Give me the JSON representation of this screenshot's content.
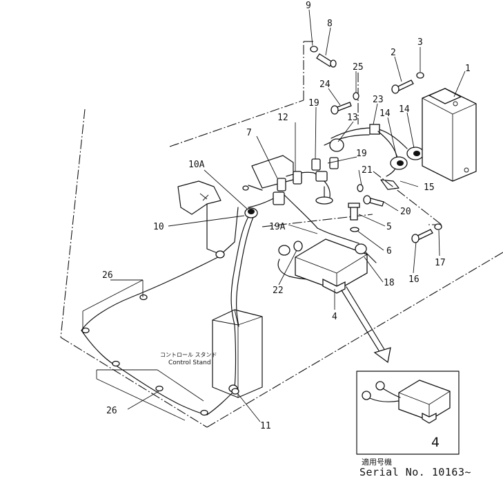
{
  "callouts": {
    "p1": "1",
    "p2": "2",
    "p3": "3",
    "p4": "4",
    "p4b": "4",
    "p5": "5",
    "p6": "6",
    "p7": "7",
    "p8": "8",
    "p9": "9",
    "p10": "10",
    "p10a": "10A",
    "p11": "11",
    "p12": "12",
    "p13": "13",
    "p14a": "14",
    "p14b": "14",
    "p15": "15",
    "p16": "16",
    "p17": "17",
    "p18": "18",
    "p19a": "19",
    "p19b": "19",
    "p19A": "19A",
    "p20": "20",
    "p21": "21",
    "p22": "22",
    "p23": "23",
    "p24": "24",
    "p25": "25",
    "p26a": "26",
    "p26b": "26"
  },
  "control_stand": {
    "label_jp": "コントロール スタンド",
    "label_en": "Control Stand"
  },
  "inset": {
    "part_number": "4"
  },
  "serial": {
    "label_jp": "適用号機",
    "text": "Serial  No.  10163~"
  }
}
